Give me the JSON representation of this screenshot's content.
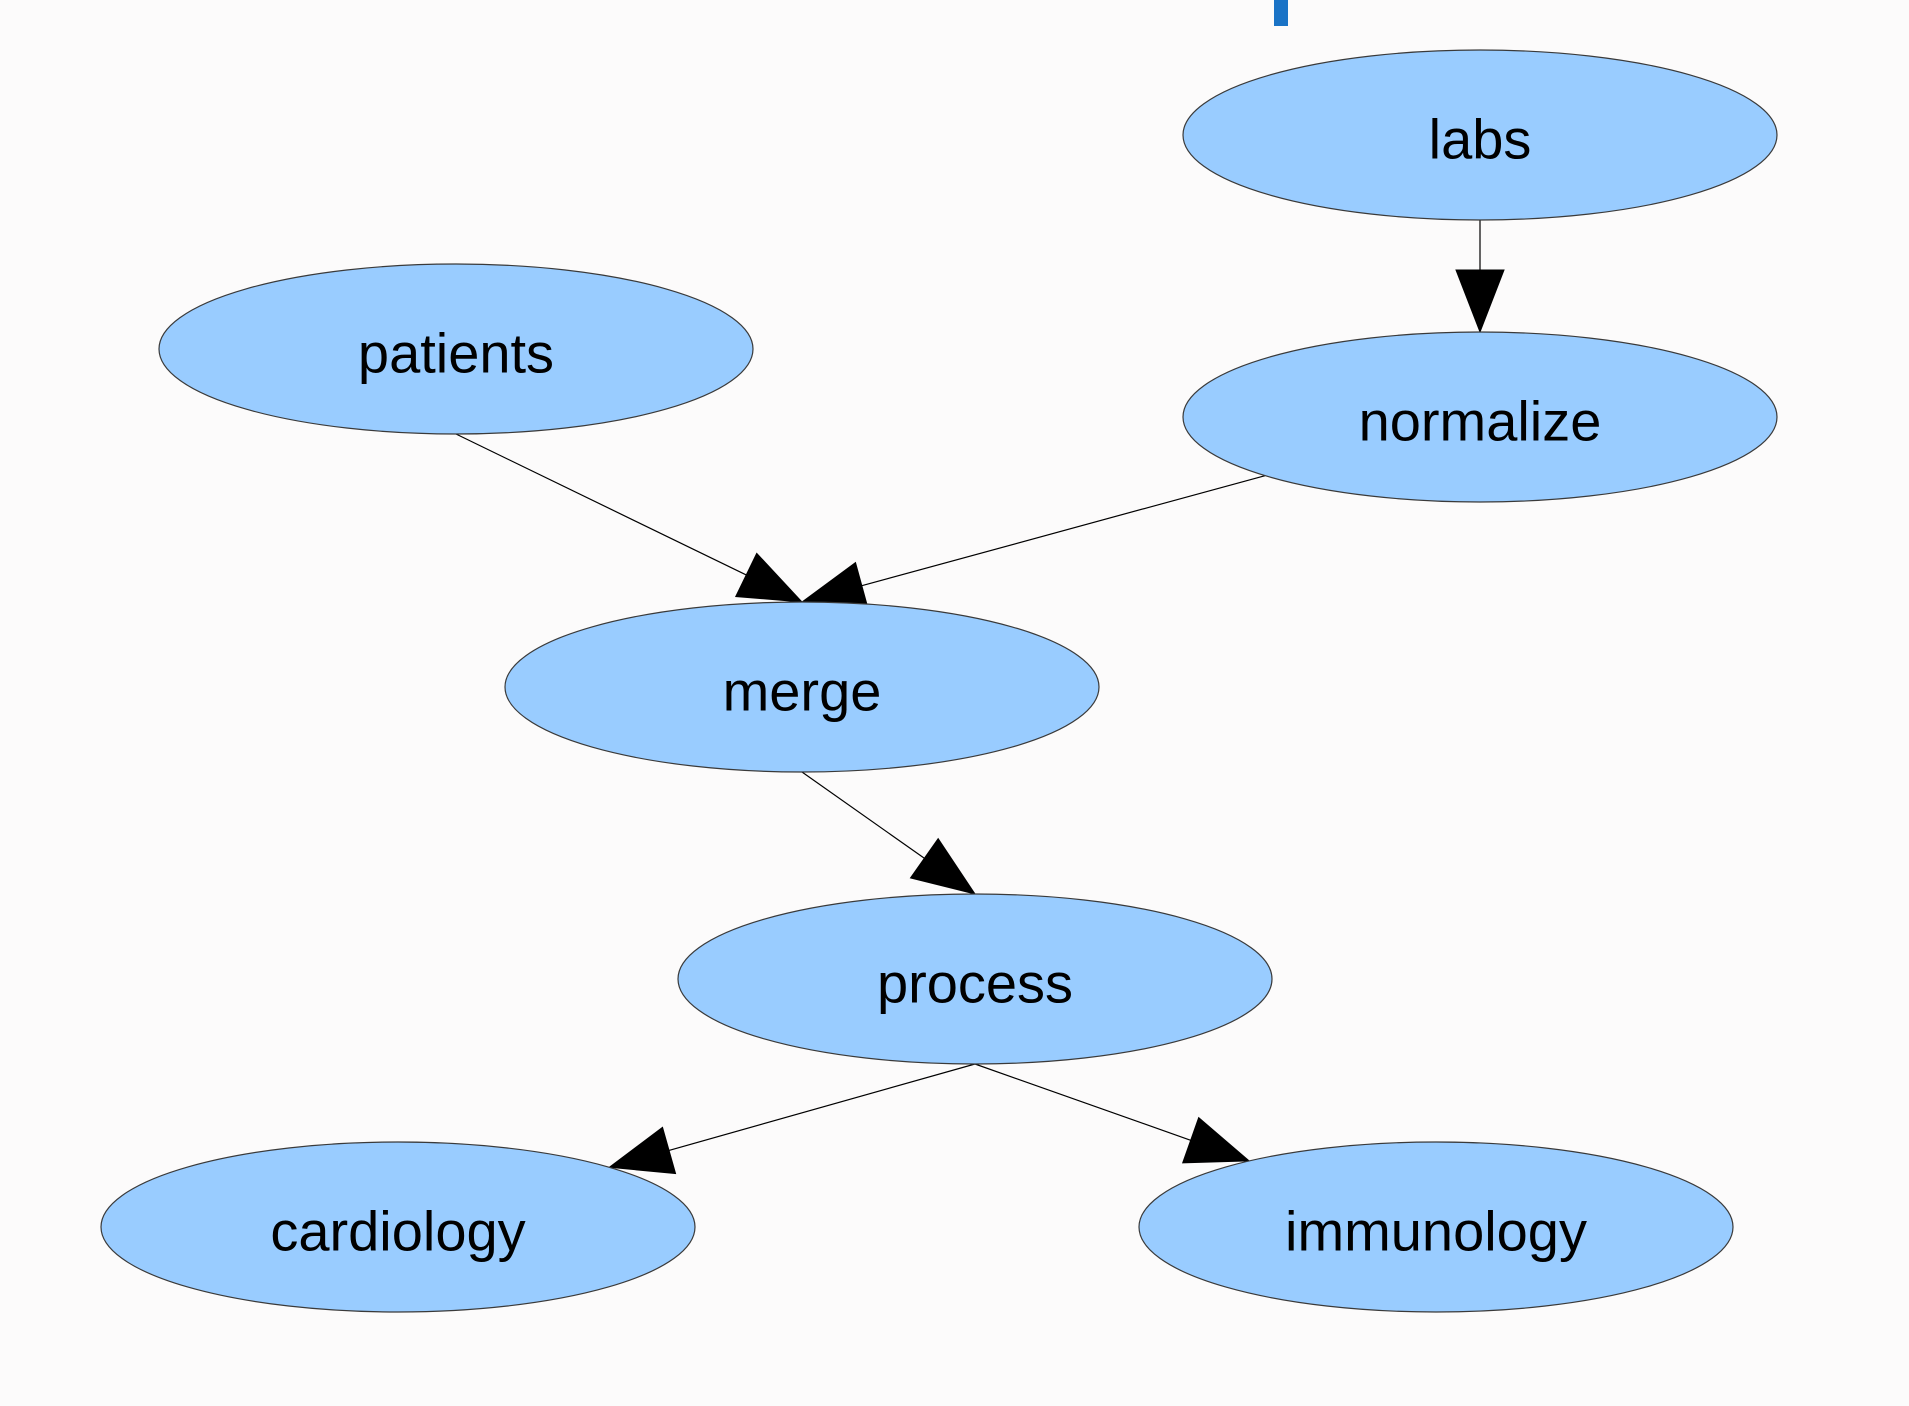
{
  "diagram": {
    "type": "directed-graph",
    "colors": {
      "node_fill": "#99ccff",
      "node_stroke": "#3a3a3a",
      "edge": "#000000",
      "background": "#fcfbfb",
      "accent": "#1a73c6"
    },
    "nodes": [
      {
        "id": "labs",
        "label": "labs"
      },
      {
        "id": "patients",
        "label": "patients"
      },
      {
        "id": "normalize",
        "label": "normalize"
      },
      {
        "id": "merge",
        "label": "merge"
      },
      {
        "id": "process",
        "label": "process"
      },
      {
        "id": "cardiology",
        "label": "cardiology"
      },
      {
        "id": "immunology",
        "label": "immunology"
      }
    ],
    "edges": [
      {
        "from": "labs",
        "to": "normalize"
      },
      {
        "from": "patients",
        "to": "merge"
      },
      {
        "from": "normalize",
        "to": "merge"
      },
      {
        "from": "merge",
        "to": "process"
      },
      {
        "from": "process",
        "to": "cardiology"
      },
      {
        "from": "process",
        "to": "immunology"
      }
    ]
  }
}
